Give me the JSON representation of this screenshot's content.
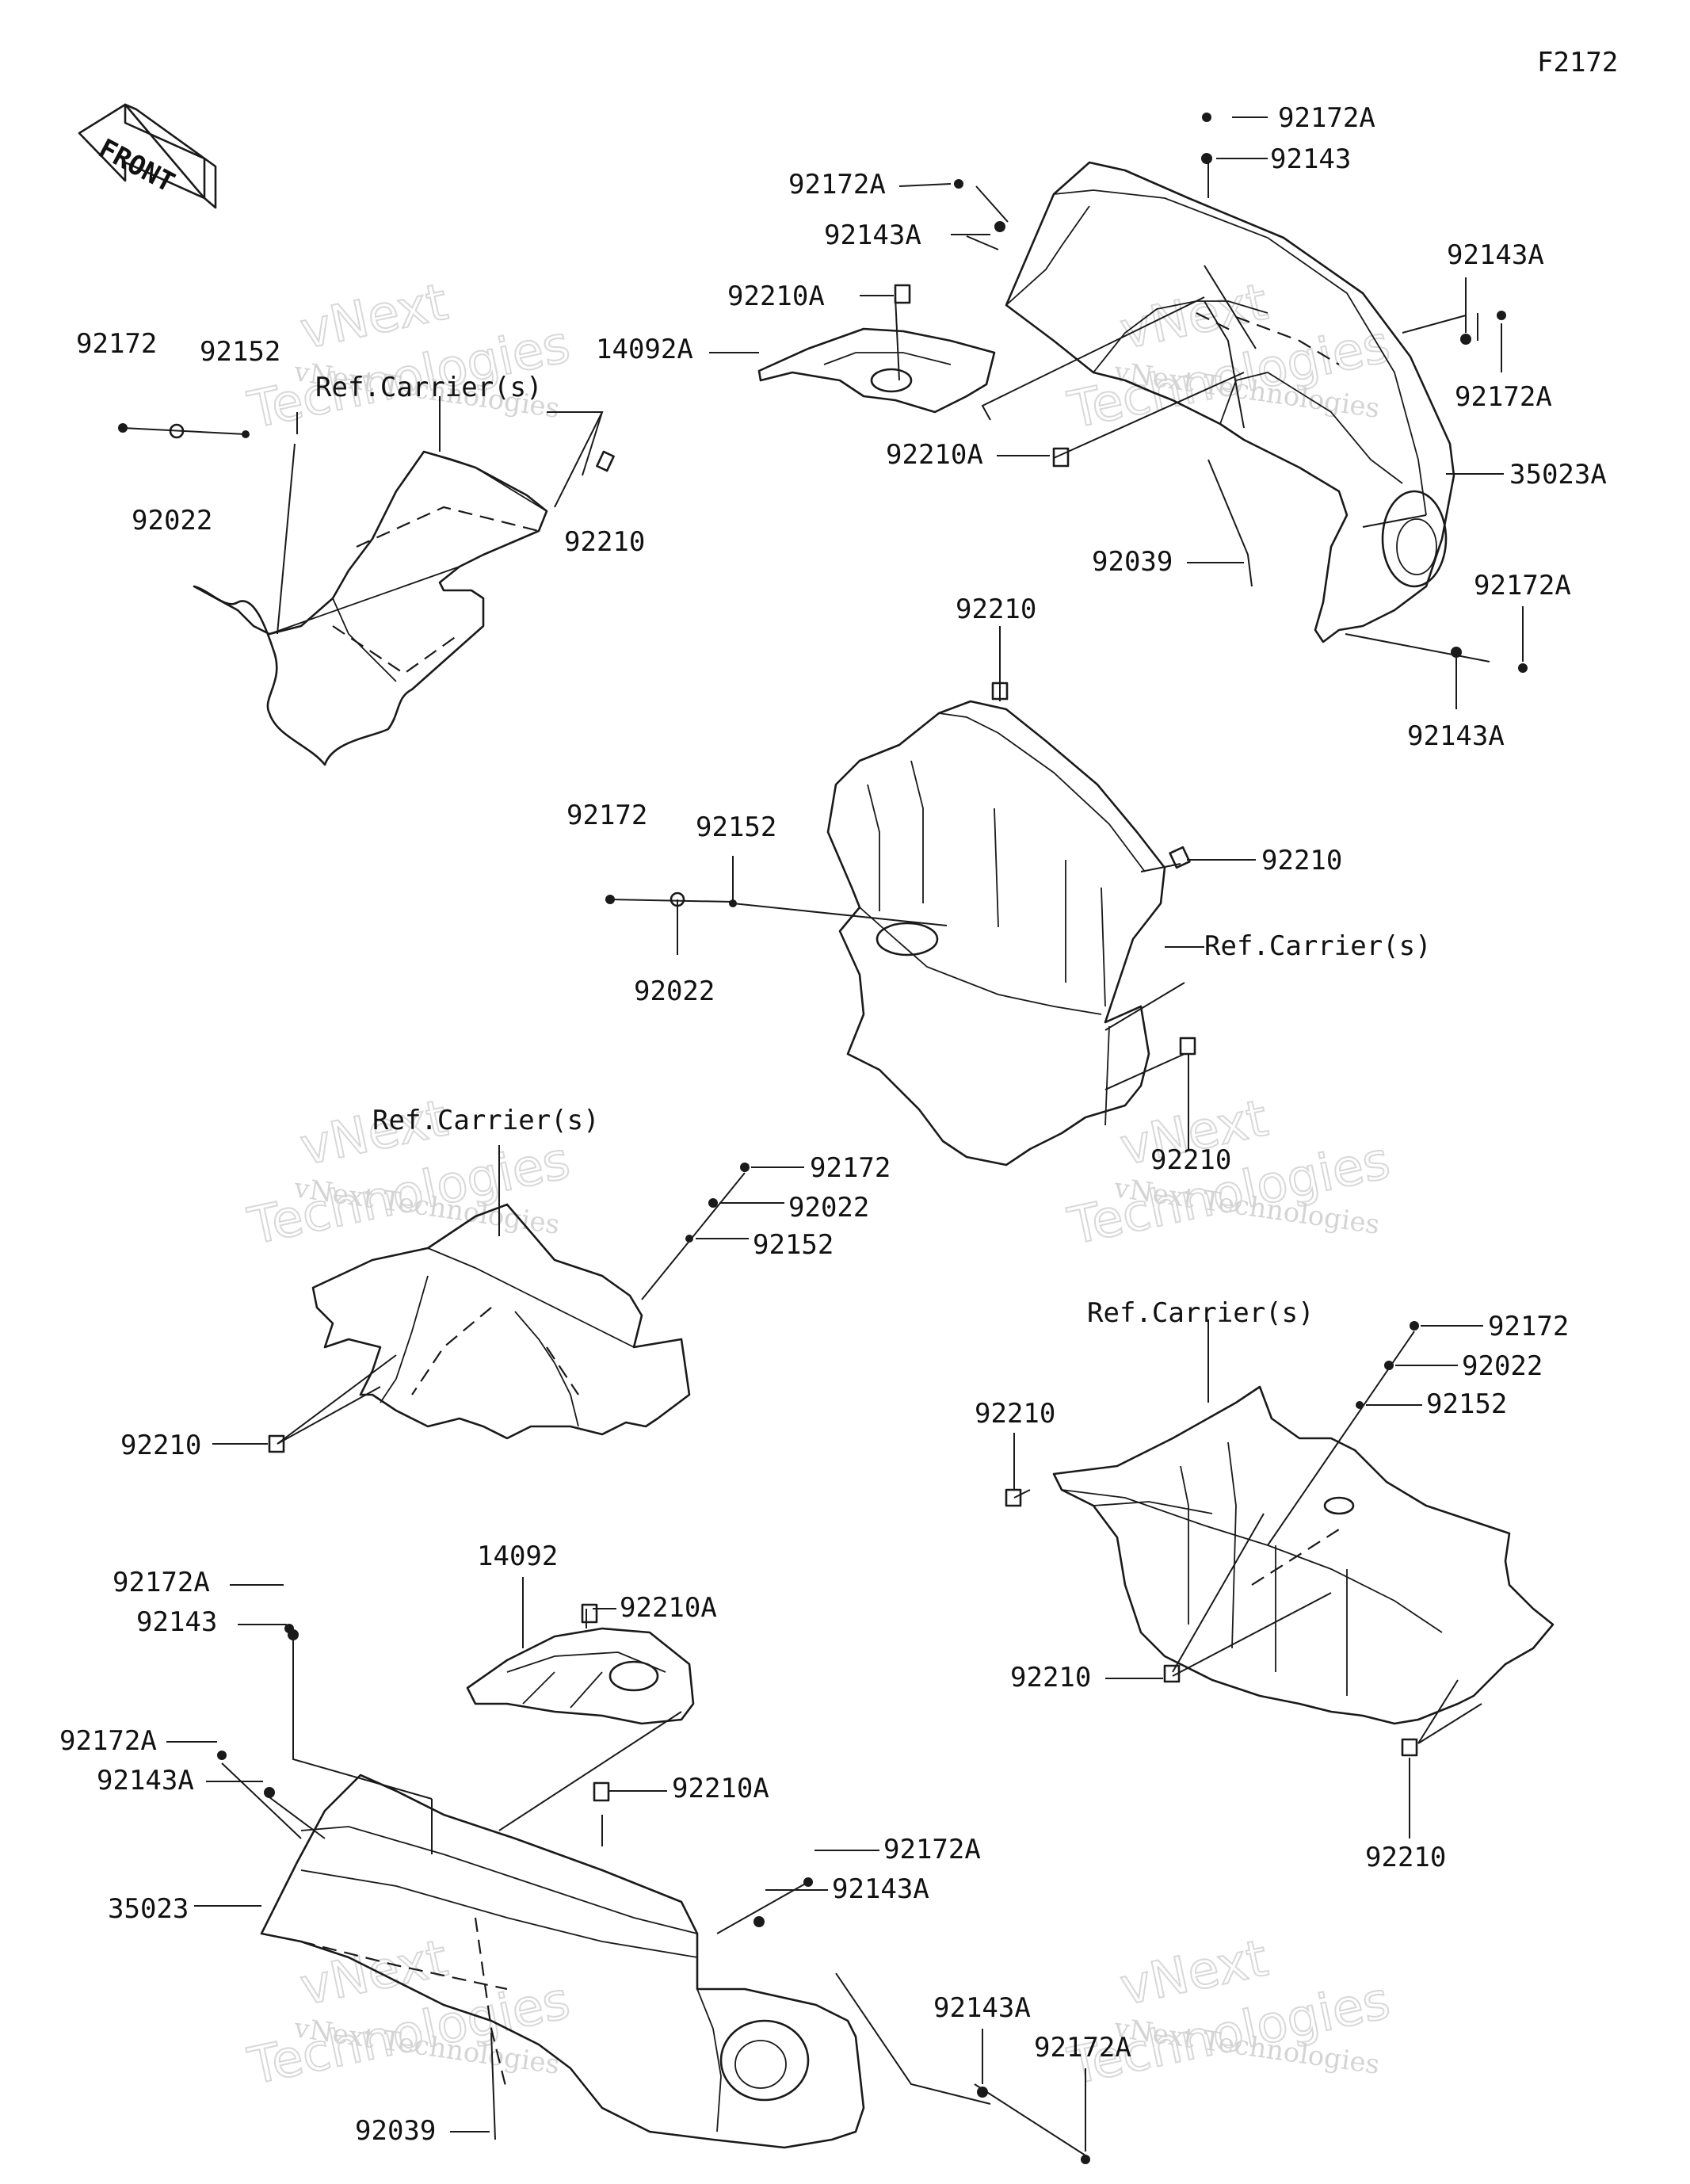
{
  "figure_code": "F2172",
  "front_label": "FRONT",
  "watermark": {
    "line1": "vNext Technologies",
    "line2": "vNext",
    "line3": "Technologies"
  },
  "groups": [
    {
      "name": "top-left-carrier",
      "labels": [
        "92172",
        "92152",
        "92022",
        "Ref.Carrier(s)",
        "92210"
      ]
    },
    {
      "name": "top-right-fender",
      "labels": [
        "92172A",
        "92143",
        "92172A",
        "92143A",
        "92210A",
        "14092A",
        "92210A",
        "92039",
        "92143A",
        "92172A",
        "35023A",
        "92172A",
        "92143A"
      ]
    },
    {
      "name": "middle-carrier",
      "labels": [
        "92210",
        "92172",
        "92152",
        "92022",
        "92210",
        "Ref.Carrier(s)",
        "92210"
      ]
    },
    {
      "name": "middle-left-carrier",
      "labels": [
        "Ref.Carrier(s)",
        "92172",
        "92022",
        "92152",
        "92210"
      ]
    },
    {
      "name": "middle-right-carrier",
      "labels": [
        "Ref.Carrier(s)",
        "92172",
        "92022",
        "92152",
        "92210",
        "92210",
        "92210"
      ]
    },
    {
      "name": "bottom-left-fender",
      "labels": [
        "14092",
        "92172A",
        "92143",
        "92210A",
        "92172A",
        "92143A",
        "92210A",
        "35023",
        "92172A",
        "92143A",
        "92143A",
        "92172A",
        "92039"
      ]
    }
  ]
}
